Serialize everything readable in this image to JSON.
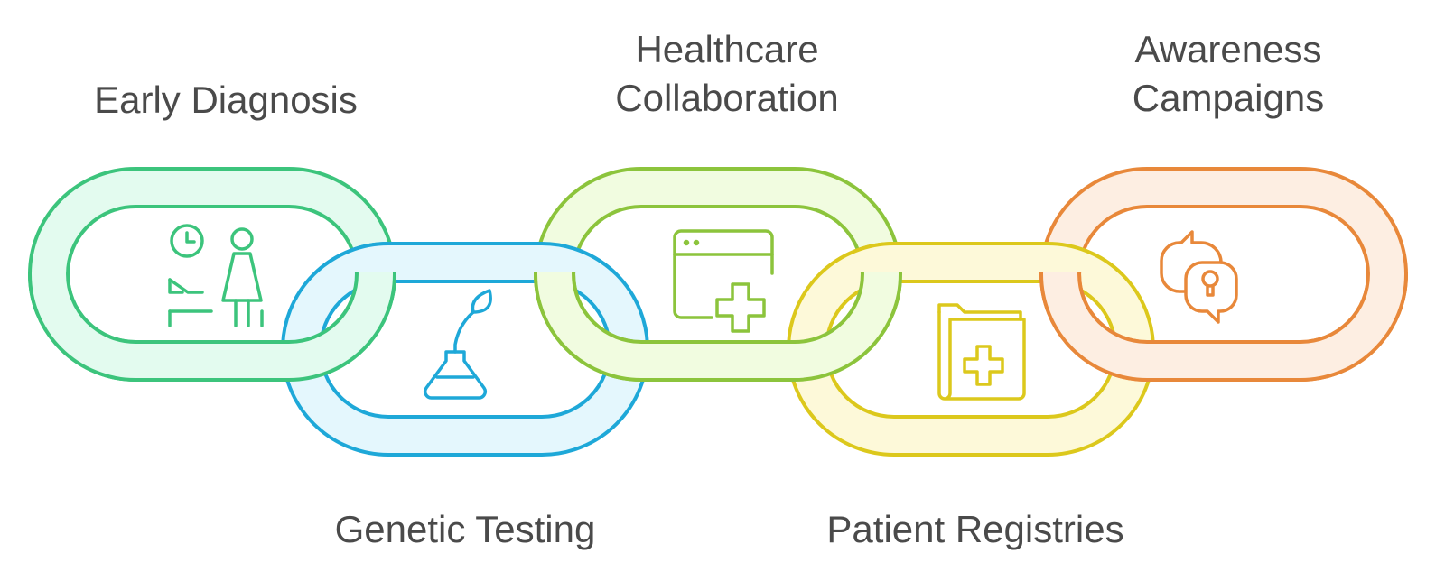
{
  "links": [
    {
      "id": "early-diagnosis",
      "label_lines": [
        "Early Diagnosis"
      ],
      "icon": "doctor-patient-icon",
      "stroke": "#3cc47c",
      "fill": "#e3fbef"
    },
    {
      "id": "genetic-testing",
      "label_lines": [
        "Genetic Testing"
      ],
      "icon": "lab-flask-leaf-icon",
      "stroke": "#1ea8d8",
      "fill": "#e4f7fd"
    },
    {
      "id": "healthcare-collaboration",
      "label_lines": [
        "Healthcare",
        "Collaboration"
      ],
      "icon": "medical-window-icon",
      "stroke": "#8cc43c",
      "fill": "#f1fce0"
    },
    {
      "id": "patient-registries",
      "label_lines": [
        "Patient Registries"
      ],
      "icon": "medical-folder-icon",
      "stroke": "#dcc81c",
      "fill": "#fdf9d9"
    },
    {
      "id": "awareness-campaigns",
      "label_lines": [
        "Awareness",
        "Campaigns"
      ],
      "icon": "idea-chat-icon",
      "stroke": "#e8883a",
      "fill": "#fdeee2"
    }
  ]
}
